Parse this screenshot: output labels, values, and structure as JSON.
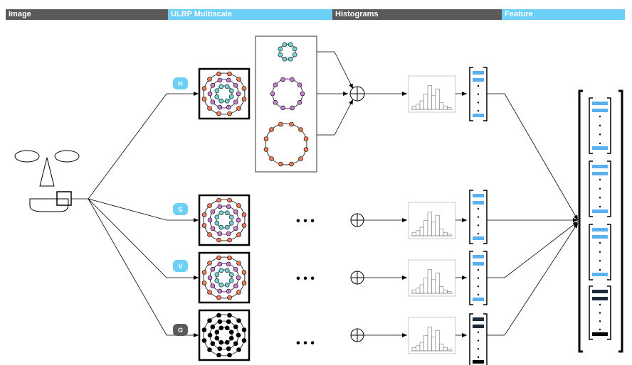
{
  "header": {
    "sections": [
      {
        "label": "Image",
        "color": "#5a5a5a"
      },
      {
        "label": "ULBP Multiscale",
        "color": "#6ccff6"
      },
      {
        "label": "Histograms",
        "color": "#5a5a5a"
      },
      {
        "label": "Feature",
        "color": "#6ccff6"
      }
    ]
  },
  "channels": [
    {
      "label": "H",
      "badge_color": "#6ccff6",
      "dot_scheme": "color",
      "vector_color": "#5ab0ee"
    },
    {
      "label": "S",
      "badge_color": "#6ccff6",
      "dot_scheme": "color",
      "vector_color": "#5ab0ee"
    },
    {
      "label": "V",
      "badge_color": "#6ccff6",
      "dot_scheme": "color",
      "vector_color": "#5ab0ee"
    },
    {
      "label": "G",
      "badge_color": "#5a5a5a",
      "dot_scheme": "black",
      "vector_color": "#1c2a3a"
    }
  ],
  "ellipsis": "• • •",
  "combine_symbol": "⊕",
  "colors": {
    "inner_ring_dots": "#6fd3d6",
    "middle_ring_dots": "#c77ad6",
    "outer_ring_dots": "#f07a55",
    "feature_blue": "#5ab0ee",
    "feature_dark": "#1c2a3a"
  }
}
